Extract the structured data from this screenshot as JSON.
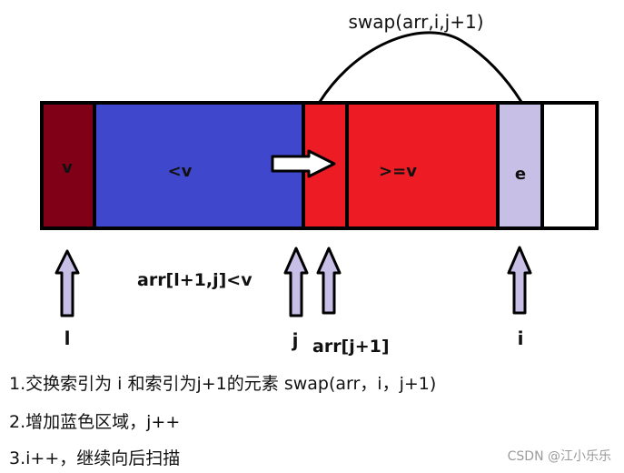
{
  "swap_label": "swap(arr,i,j+1)",
  "segments": {
    "v": "v",
    "less_v": "<v",
    "ge_v": ">=v",
    "e": "e"
  },
  "labels": {
    "range": "arr[l+1,j]<v",
    "arr_j1": "arr[j+1]"
  },
  "pointers": {
    "l": "l",
    "j": "j",
    "i": "i"
  },
  "notes": [
    "1.交换索引为 i 和索引为j+1的元素 swap(arr，i，j+1)",
    "2.增加蓝色区域，j++",
    "3.i++，继续向后扫描"
  ],
  "watermark": "CSDN @江小乐乐",
  "colors": {
    "v_segment": "#800018",
    "less_segment": "#3f48cc",
    "ge_segment": "#ed1c24",
    "e_segment": "#c8bfe7",
    "empty_segment": "#ffffff",
    "outline": "#000000",
    "pointer_arrow": "#c8bfe7"
  }
}
